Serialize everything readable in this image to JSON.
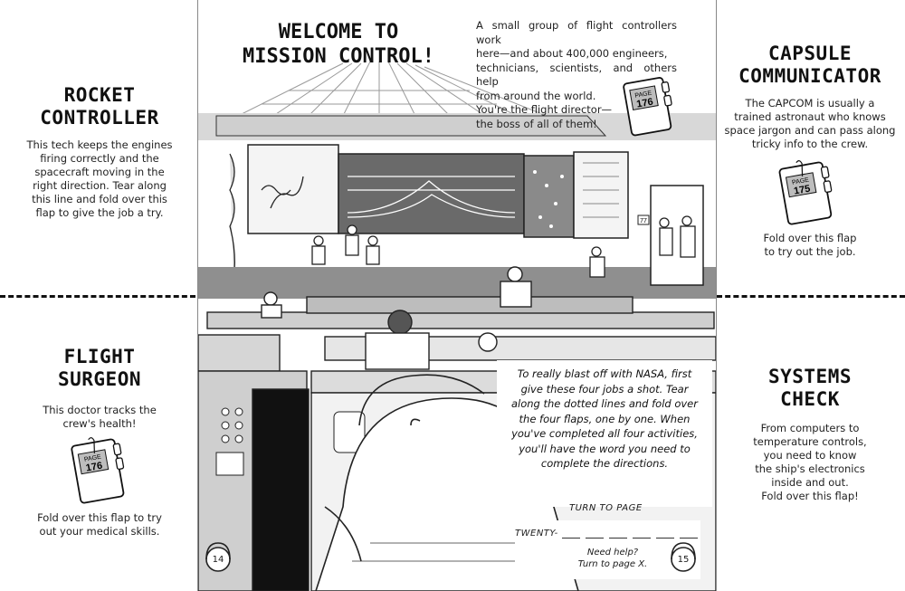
{
  "left": {
    "rocket": {
      "title_line1": "ROCKET",
      "title_line2": "CONTROLLER",
      "text_lines": [
        "This tech keeps the engines",
        "firing correctly and the",
        "spacecraft moving in the",
        "right direction. Tear along",
        "this line and fold over this",
        "flap to give the job a try."
      ]
    },
    "surgeon": {
      "title_line1": "FLIGHT",
      "title_line2": "SURGEON",
      "text_lines": [
        "This doctor tracks the",
        "crew's health!"
      ],
      "page_word": "PAGE",
      "page_number": "176",
      "fold_lines": [
        "Fold over this flap to try",
        "out your medical skills."
      ]
    }
  },
  "center": {
    "welcome_line1": "WELCOME TO",
    "welcome_line2": "MISSION CONTROL!",
    "intro_lines": [
      "A small group of flight controllers work",
      "here—and about 400,000 engineers,",
      "technicians, scientists, and others help",
      "from around the world.",
      "You're the flight director—",
      "the boss of all of them!"
    ],
    "intro_page_word": "PAGE",
    "intro_page_number": "176",
    "instructions_lines": [
      "To really blast off with NASA, first",
      "give these four jobs a shot. Tear",
      "along the dotted lines and fold over",
      "the four flaps, one by one. When",
      "you've completed all four activities,",
      "you'll have the word you need to",
      "complete the directions."
    ],
    "turn_to_page": "TURN TO PAGE",
    "twenty": "TWENTY-",
    "help_line1": "Need help?",
    "help_line2": "Turn to page X.",
    "page_left": "14",
    "page_right": "15",
    "wall_panel_number": "77"
  },
  "right": {
    "capcom": {
      "title_line1": "CAPSULE",
      "title_line2": "COMMUNICATOR",
      "text_lines": [
        "The CAPCOM is usually a",
        "trained astronaut who knows",
        "space jargon and can pass along",
        "tricky info to the crew."
      ],
      "page_word": "PAGE",
      "page_number": "175",
      "fold_lines": [
        "Fold over this flap",
        "to try out the job."
      ]
    },
    "systems": {
      "title_line1": "SYSTEMS",
      "title_line2": "CHECK",
      "text_lines": [
        "From computers to",
        "temperature controls,",
        "you need to know",
        "the ship's electronics",
        "inside and out.",
        "Fold over this flap!"
      ]
    }
  }
}
